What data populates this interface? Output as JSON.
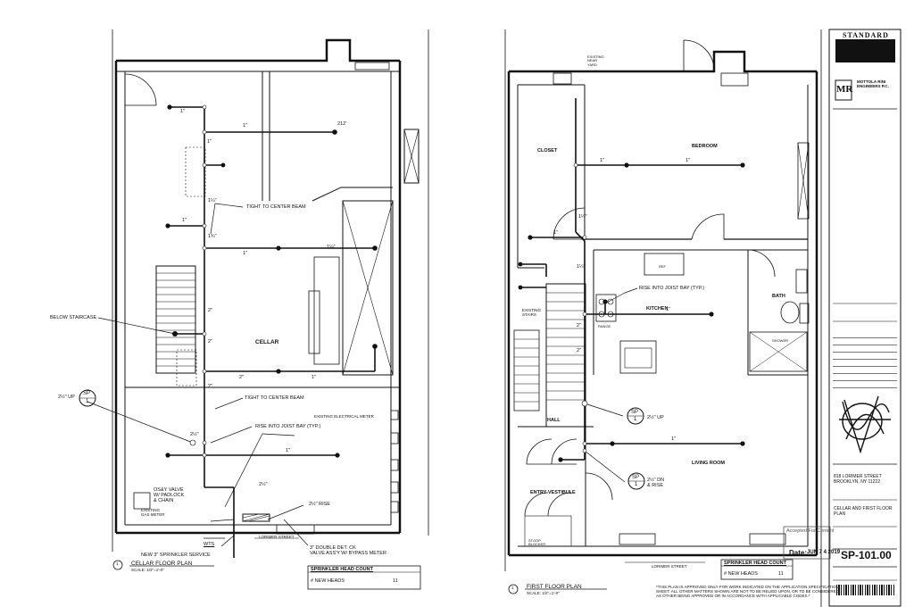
{
  "cellar": {
    "labels": {
      "below_staircase": "BELOW STAIRCASE",
      "room": "CELLAR",
      "tight_beam_1": "TIGHT TO CENTER BEAM",
      "tight_beam_2": "TIGHT TO CENTER BEAM",
      "rise_joist": "RISE INTO JOIST BAY (TYP.)",
      "os_y_valve": "OS&Y VALVE\nW/ PADLOCK\n& CHAIN",
      "new_service": "NEW 3\" SPRINKLER SERVICE",
      "double_check": "3\" DOUBLE DET. CK\nVALVE ASS'Y W/ BYPASS METER",
      "rise": "2½\" RISE",
      "up": "2½\" UP",
      "wts": "WTS",
      "existing_gas": "EXISTING\nGAS METER",
      "existing_elec": "EXISTING ELECTRICAL METER",
      "street": "LORIMER STREET",
      "sprinkler_head": "212'"
    },
    "pipe_sizes": [
      "1\"",
      "1\"",
      "1\"",
      "1¼\"",
      "1¾\"",
      "1\"",
      "1\"",
      "1¼\"",
      "2\"",
      "2\"",
      "2\"",
      "2\"",
      "2½\"",
      "1\"",
      "2½\"",
      "1\""
    ],
    "title": "CELLAR FLOOR PLAN",
    "scale": "SCALE: 1/2\"=1'-0\"",
    "callout_num": "1",
    "sp_ref": {
      "top": "SP",
      "bottom": "1"
    },
    "head_count": {
      "title": "SPRINKLER HEAD COUNT",
      "label": "# NEW HEADS",
      "value": "11"
    }
  },
  "first_floor": {
    "labels": {
      "closet": "CLOSET",
      "bedroom": "BEDROOM",
      "kitchen": "KITCHEN",
      "bath": "BATH",
      "hall": "HALL",
      "living_room": "LIVING ROOM",
      "entry": "ENTRY VESTIBULE",
      "rise_joist": "RISE INTO JOIST BAY (TYP.)",
      "up": "2½\" UP",
      "dn_rise": "2½\" DN\n& RISE",
      "existing_stairs": "EXISTING\nSTAIRS",
      "existing_near": "EXISTING\nNEAR\nYARD",
      "range": "RANGE",
      "ref": "REF",
      "shower": "SHOWER",
      "street": "LORIMER STREET",
      "stoop": "STOOP\nBLOCKER"
    },
    "pipe_sizes": [
      "1\"",
      "1\"",
      "1¼\"",
      "1\"",
      "1¼\"",
      "2\"",
      "2\"",
      "1\"",
      "1\""
    ],
    "title": "FIRST FLOOR PLAN",
    "scale": "SCALE: 1/2\"=1'-0\"",
    "callout_num": "1",
    "sp_ref": {
      "top": "SP",
      "bottom": "1"
    },
    "head_count": {
      "title": "SPRINKLER HEAD COUNT",
      "label": "# NEW HEADS",
      "value": "11"
    },
    "note": "*THIS PLAN IS APPROVED ONLY FOR WORK INDICATED ON THE APPLICATION SPECIFICATION\nSHEET. ALL OTHER MATTERS SHOWN ARE NOT TO BE RELIED UPON, OR TO BE CONSIDERED\nAS OTHER BEING APPROVED OR IN ACCORDANCE WITH APPLICABLE CODES.*"
  },
  "title_block": {
    "company_header": "STANDARD",
    "firm_name": "MOTTOLA RINI\nENGINEERS P.C.",
    "firm_initials": "MR",
    "address": "818 LORIMER STREET\nBROOKLYN, NY 11222",
    "sheet_title": "CELLAR AND FIRST FLOOR\nPLAN",
    "date_label": "Date:",
    "date_value": "JUN 7 4 2019",
    "sheet_number": "SP-101.00",
    "approved": "Accepted For Content"
  }
}
